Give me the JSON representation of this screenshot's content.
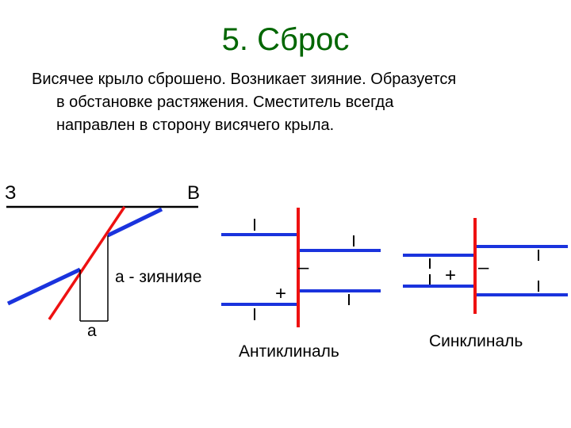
{
  "slide": {
    "title": "5. Сброс",
    "text_lines": [
      "Висячее крыло сброшено. Возникает зияние. Образуется",
      "в обстановке растяжения. Сместитель всегда",
      "направлен в сторону висячего крыла."
    ]
  },
  "diagram": {
    "label_west": "З",
    "label_east": "В",
    "label_gap": "а - зиянияе",
    "label_a": "а",
    "plus_left": "+",
    "minus_left": "–",
    "caption_anticline": "Антиклиналь",
    "plus_right": "+",
    "minus_right": "–",
    "caption_syncline": "Синклиналь"
  },
  "colors": {
    "title": "#006600",
    "fault": "#ee1111",
    "layer": "#1a33dd",
    "line": "#000000"
  }
}
